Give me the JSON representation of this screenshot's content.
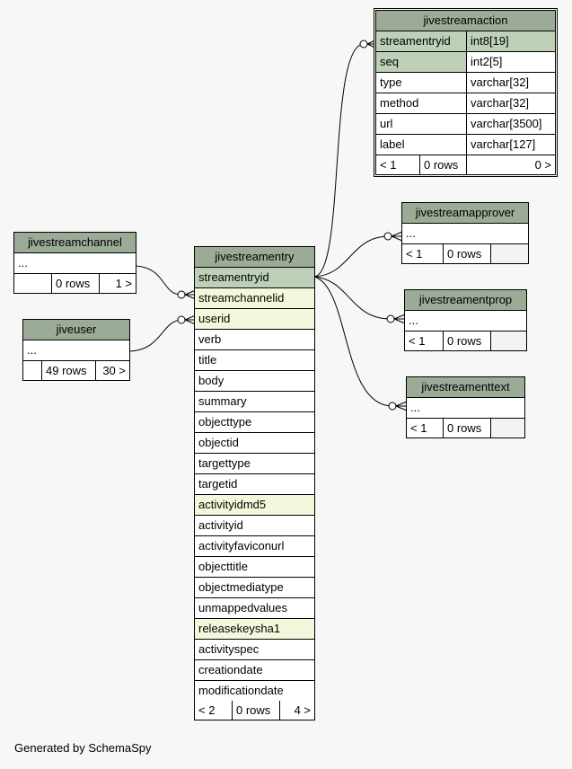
{
  "footer": "Generated by SchemaSpy",
  "tables": {
    "action": {
      "name": "jivestreamaction",
      "columns": [
        {
          "name": "streamentryid",
          "type": "int8[19]"
        },
        {
          "name": "seq",
          "type": "int2[5]"
        },
        {
          "name": "type",
          "type": "varchar[32]"
        },
        {
          "name": "method",
          "type": "varchar[32]"
        },
        {
          "name": "url",
          "type": "varchar[3500]"
        },
        {
          "name": "label",
          "type": "varchar[127]"
        }
      ],
      "parents": "< 1",
      "rows": "0 rows",
      "children": "0 >"
    },
    "approver": {
      "name": "jivestreamapprover",
      "placeholder": "...",
      "parents": "< 1",
      "rows": "0 rows",
      "children": ""
    },
    "entryprop": {
      "name": "jivestreamentprop",
      "placeholder": "...",
      "parents": "< 1",
      "rows": "0 rows",
      "children": ""
    },
    "entrytext": {
      "name": "jivestreamenttext",
      "placeholder": "...",
      "parents": "< 1",
      "rows": "0 rows",
      "children": ""
    },
    "channel": {
      "name": "jivestreamchannel",
      "placeholder": "...",
      "parents": "",
      "rows": "0 rows",
      "children": "1 >"
    },
    "user": {
      "name": "jiveuser",
      "placeholder": "...",
      "parents": "",
      "rows": "49 rows",
      "children": "30 >"
    },
    "entry": {
      "name": "jivestreamentry",
      "columns": [
        "streamentryid",
        "streamchannelid",
        "userid",
        "verb",
        "title",
        "body",
        "summary",
        "objecttype",
        "objectid",
        "targettype",
        "targetid",
        "activityidmd5",
        "activityid",
        "activityfaviconurl",
        "objecttitle",
        "objectmediatype",
        "unmappedvalues",
        "releasekeysha1",
        "activityspec",
        "creationdate",
        "modificationdate"
      ],
      "parents": "< 2",
      "rows": "0 rows",
      "children": "4 >"
    }
  },
  "colors": {
    "header": "#9bab96",
    "primary_key": "#bed1b8",
    "indexed": "#f5f7dc",
    "background": "#f7f7f7"
  }
}
